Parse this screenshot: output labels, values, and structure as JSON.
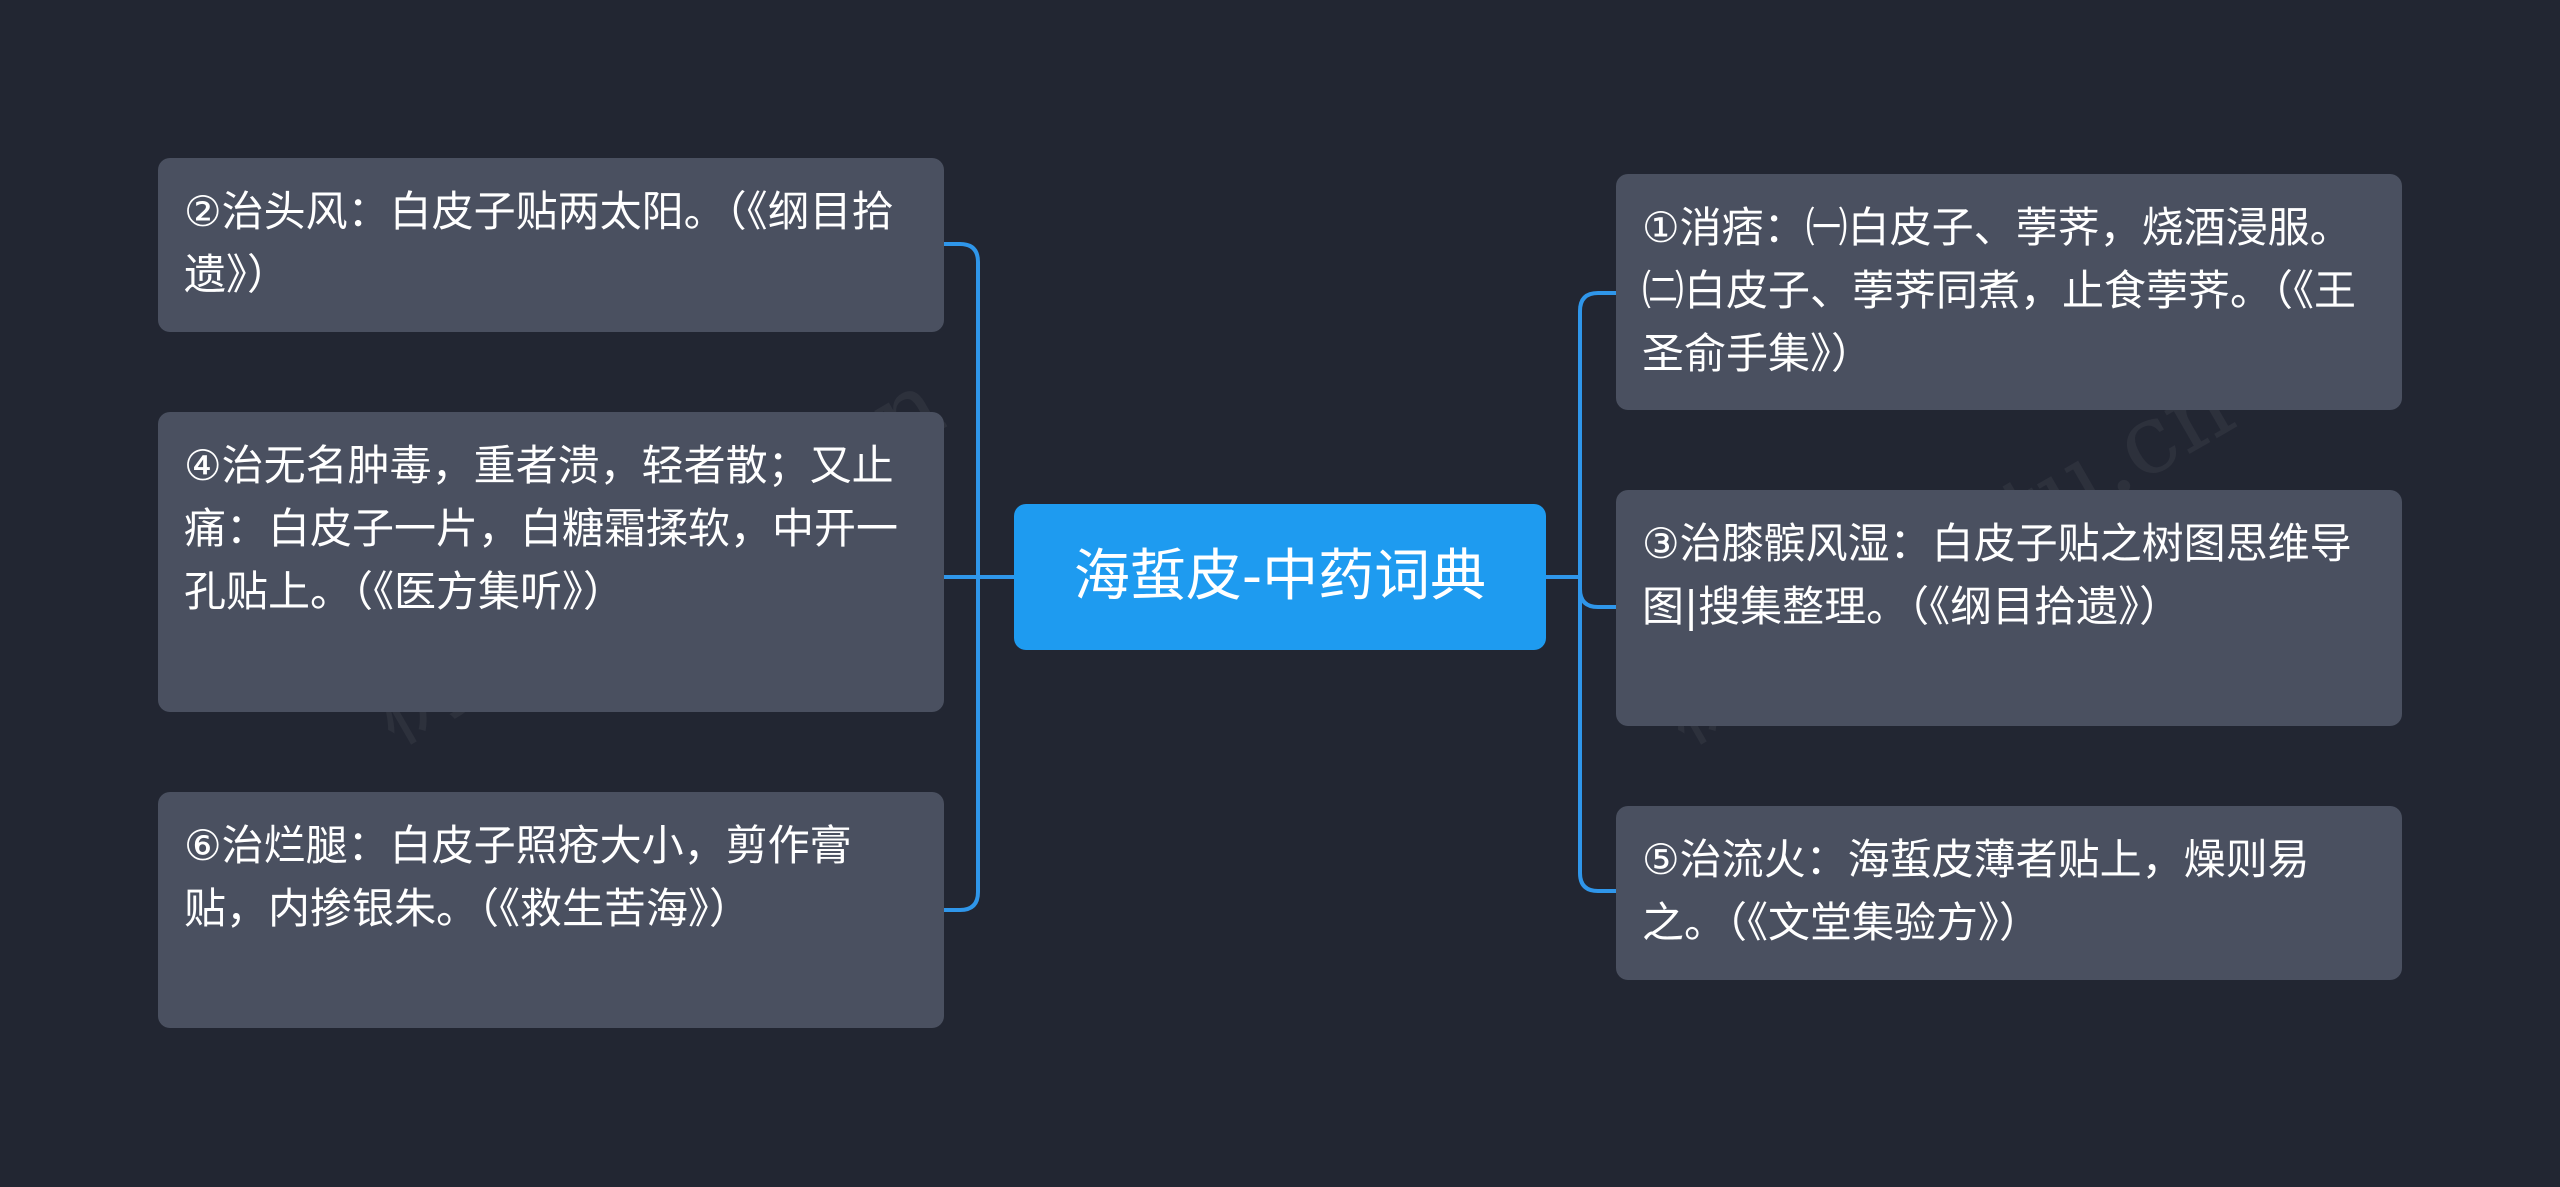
{
  "root": {
    "title": "海蜇皮-中药词典"
  },
  "left_nodes": [
    {
      "text": "②治头风：白皮子贴两太阳。（《纲目拾遗》）"
    },
    {
      "text": "④治无名肿毒，重者溃，轻者散；又止痛：白皮子一片，白糖霜揉软，中开一孔贴上。（《医方集听》）"
    },
    {
      "text": "⑥治烂腿：白皮子照疮大小，剪作膏贴，内掺银朱。（《救生苦海》）"
    }
  ],
  "right_nodes": [
    {
      "text": "①消痞：㈠白皮子、荸荠，烧酒浸服。㈡白皮子、荸荠同煮，止食荸荠。（《王圣俞手集》）"
    },
    {
      "text": "③治膝髌风湿：白皮子贴之树图思维导图|搜集整理。（《纲目拾遗》）"
    },
    {
      "text": "⑤治流火：海蜇皮薄者贴上，燥则易之。（《文堂集验方》）"
    }
  ],
  "watermarks": [
    "树图 shutu.cn",
    "树图 shutu.cn"
  ],
  "colors": {
    "background": "#222632",
    "root_fill": "#1e9bf0",
    "node_fill": "#4a5060",
    "connector": "#2f96ea",
    "text": "#ffffff"
  }
}
